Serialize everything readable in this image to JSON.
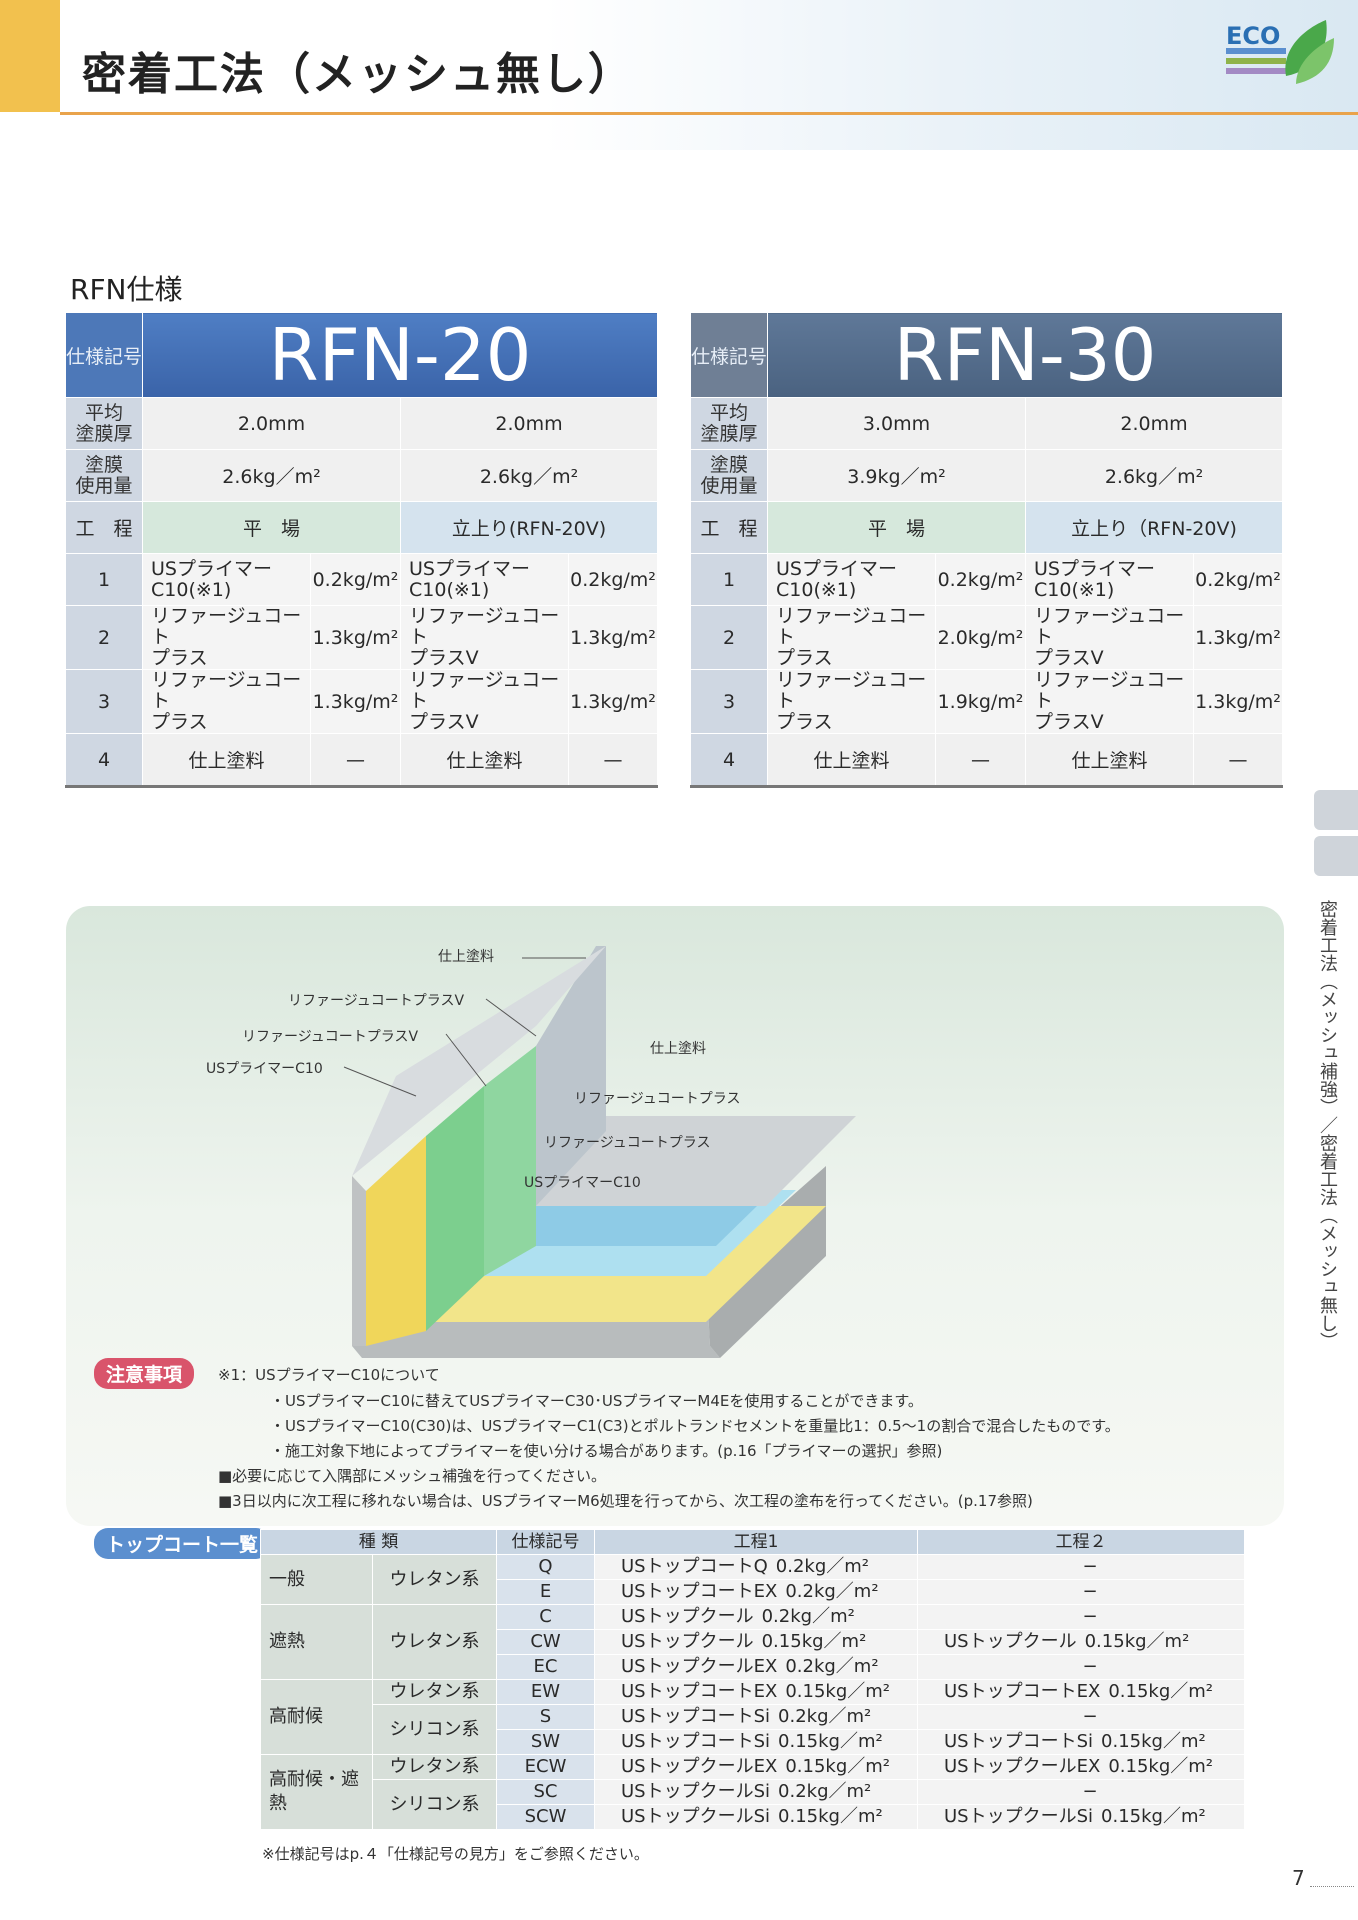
{
  "header": {
    "title": "密着工法（メッシュ無し）",
    "logo_text": "ECO"
  },
  "section_title": "RFN仕様",
  "labels": {
    "spec_code": "仕様記号",
    "avg_thickness": "平均\n塗膜厚",
    "usage": "塗膜\n使用量",
    "process": "工　程"
  },
  "specs": [
    {
      "title": "RFN-20",
      "col1": "平　場",
      "col2": "立上り(RFN-20V)",
      "thickness": [
        "2.0mm",
        "2.0mm"
      ],
      "usage": [
        "2.6kg／m²",
        "2.6kg／m²"
      ],
      "steps": [
        {
          "no": "1",
          "m1": "USプライマーC10(※1)",
          "a1": "0.2kg/m²",
          "m2": "USプライマーC10(※1)",
          "a2": "0.2kg/m²"
        },
        {
          "no": "2",
          "m1": "リファージュコート\nプラス",
          "a1": "1.3kg/m²",
          "m2": "リファージュコート\nプラスV",
          "a2": "1.3kg/m²"
        },
        {
          "no": "3",
          "m1": "リファージュコート\nプラス",
          "a1": "1.3kg/m²",
          "m2": "リファージュコート\nプラスV",
          "a2": "1.3kg/m²"
        },
        {
          "no": "4",
          "m1": "仕上塗料",
          "a1": "—",
          "m2": "仕上塗料",
          "a2": "—"
        }
      ]
    },
    {
      "title": "RFN-30",
      "col1": "平　場",
      "col2": "立上り（RFN-20V)",
      "thickness": [
        "3.0mm",
        "2.0mm"
      ],
      "usage": [
        "3.9kg／m²",
        "2.6kg／m²"
      ],
      "steps": [
        {
          "no": "1",
          "m1": "USプライマーC10(※1)",
          "a1": "0.2kg/m²",
          "m2": "USプライマーC10(※1)",
          "a2": "0.2kg/m²"
        },
        {
          "no": "2",
          "m1": "リファージュコート\nプラス",
          "a1": "2.0kg/m²",
          "m2": "リファージュコート\nプラスV",
          "a2": "1.3kg/m²"
        },
        {
          "no": "3",
          "m1": "リファージュコート\nプラス",
          "a1": "1.9kg/m²",
          "m2": "リファージュコート\nプラスV",
          "a2": "1.3kg/m²"
        },
        {
          "no": "4",
          "m1": "仕上塗料",
          "a1": "—",
          "m2": "仕上塗料",
          "a2": "—"
        }
      ]
    }
  ],
  "diagram": {
    "finish_top": "仕上塗料",
    "layer_v2": "リファージュコートプラスV",
    "layer_v1": "リファージュコートプラスV",
    "primer_wall": "USプライマーC10",
    "finish_floor": "仕上塗料",
    "plus2": "リファージュコートプラス",
    "plus1": "リファージュコートプラス",
    "primer_floor": "USプライマーC10"
  },
  "notes": {
    "label": "注意事項",
    "lines": [
      "※1：USプライマーC10について",
      "・USプライマーC10に替えてUSプライマーC30･USプライマーM4Eを使用することができます。",
      "・USプライマーC10(C30)は、USプライマーC1(C3)とポルトランドセメントを重量比1：0.5〜1の割合で混合したものです。",
      "・施工対象下地によってプライマーを使い分ける場合があります。(p.16「プライマーの選択」参照)",
      "■必要に応じて入隅部にメッシュ補強を行ってください。",
      "■3日以内に次工程に移れない場合は、USプライマーM6処理を行ってから、次工程の塗布を行ってください。(p.17参照)"
    ]
  },
  "topcoat": {
    "label": "トップコート一覧",
    "headers": [
      "種 類",
      "仕様記号",
      "工程1",
      "工程２"
    ],
    "groups": {
      "g1": "一般",
      "g2": "遮熱",
      "g3": "高耐候",
      "g4": "高耐候・遮熱"
    },
    "types": {
      "u": "ウレタン系",
      "s": "シリコン系"
    },
    "rows": [
      {
        "code": "Q",
        "p1": "USトップコートQ",
        "a1": "0.2kg／m²",
        "p2": "−",
        "a2": ""
      },
      {
        "code": "E",
        "p1": "USトップコートEX",
        "a1": "0.2kg／m²",
        "p2": "−",
        "a2": ""
      },
      {
        "code": "C",
        "p1": "USトップクール",
        "a1": "0.2kg／m²",
        "p2": "−",
        "a2": ""
      },
      {
        "code": "CW",
        "p1": "USトップクール",
        "a1": "0.15kg／m²",
        "p2": "USトップクール",
        "a2": "0.15kg／m²"
      },
      {
        "code": "EC",
        "p1": "USトップクールEX",
        "a1": "0.2kg／m²",
        "p2": "−",
        "a2": ""
      },
      {
        "code": "EW",
        "p1": "USトップコートEX",
        "a1": "0.15kg／m²",
        "p2": "USトップコートEX",
        "a2": "0.15kg／m²"
      },
      {
        "code": "S",
        "p1": "USトップコートSi",
        "a1": "0.2kg／m²",
        "p2": "−",
        "a2": ""
      },
      {
        "code": "SW",
        "p1": "USトップコートSi",
        "a1": "0.15kg／m²",
        "p2": "USトップコートSi",
        "a2": "0.15kg／m²"
      },
      {
        "code": "ECW",
        "p1": "USトップクールEX",
        "a1": "0.15kg／m²",
        "p2": "USトップクールEX",
        "a2": "0.15kg／m²"
      },
      {
        "code": "SC",
        "p1": "USトップクールSi",
        "a1": "0.2kg／m²",
        "p2": "−",
        "a2": ""
      },
      {
        "code": "SCW",
        "p1": "USトップクールSi",
        "a1": "0.15kg／m²",
        "p2": "USトップクールSi",
        "a2": "0.15kg／m²"
      }
    ],
    "footnote": "※仕様記号はp.４「仕様記号の見方」をご参照ください。"
  },
  "side_text": "密着工法（メッシュ補強）／密着工法（メッシュ無し）",
  "page_number": "7"
}
